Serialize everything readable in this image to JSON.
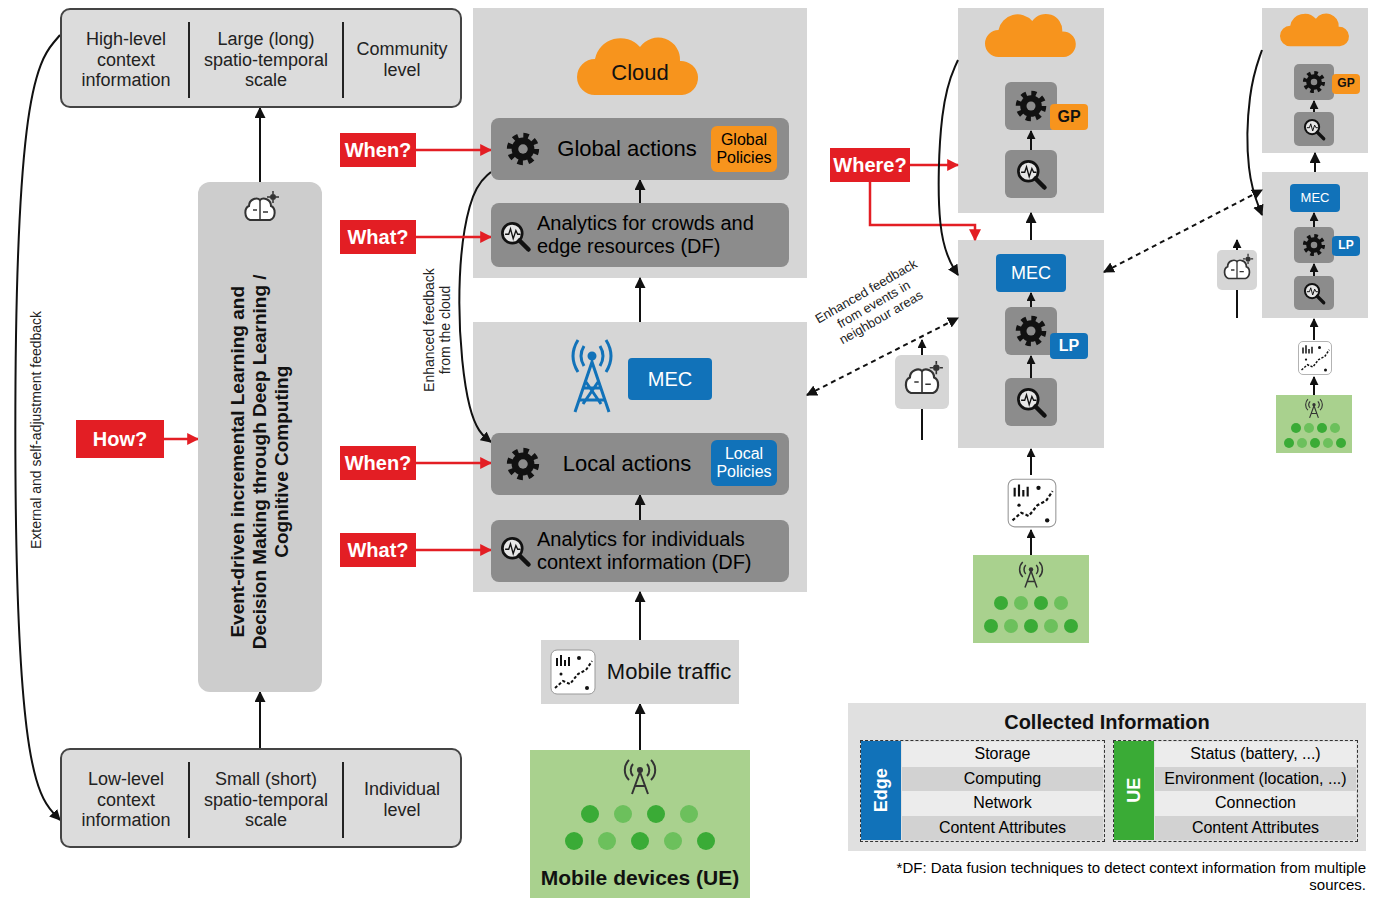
{
  "diagram": {
    "nodes": [
      {
        "text": [
          "High-level context information",
          "Large (long) spatio-temporal scale",
          "Community level"
        ]
      },
      {
        "text": [
          "Event-driven incremental Learning and Decision Making through Deep Learning / Cognitive Computing"
        ]
      },
      {
        "text": [
          "Low-level context information",
          "Small (short) spatio-temporal scale",
          "Individual level"
        ]
      },
      {
        "text": [
          "How?"
        ]
      },
      {
        "text": [
          "Cloud"
        ]
      },
      {
        "text": [
          "Global actions"
        ],
        "in": 4
      },
      {
        "text": [
          "Global Policies"
        ],
        "in": 5
      },
      {
        "text": [
          "Analytics for crowds and edge resources (DF)"
        ],
        "in": 4
      },
      {
        "text": [
          "MEC"
        ]
      },
      {
        "text": [
          "Local actions"
        ],
        "in": 8
      },
      {
        "text": [
          "Local Policies"
        ],
        "in": 9
      },
      {
        "text": [
          "Analytics for individuals context information (DF)"
        ],
        "in": 8
      },
      {
        "text": [
          "Mobile traffic"
        ]
      },
      {
        "text": [
          "Mobile devices (UE)"
        ]
      },
      {
        "text": [
          "When?"
        ]
      },
      {
        "text": [
          "What?"
        ]
      },
      {
        "text": [
          "When?"
        ]
      },
      {
        "text": [
          "What?"
        ]
      },
      {
        "text": [
          "Where?"
        ]
      },
      {
        "text": [
          "GP"
        ]
      },
      {
        "text": [
          "MEC",
          "LP"
        ]
      },
      {
        "text": [
          "GP"
        ]
      },
      {
        "text": [
          "MEC",
          "LP"
        ]
      },
      {
        "text": [
          "Collected Information"
        ]
      },
      {
        "text": [
          "Edge"
        ],
        "in": 23
      },
      {
        "text": [
          "UE"
        ],
        "in": 23
      }
    ],
    "edges": [
      {
        "from": 1,
        "to": 0,
        "arrow": "to"
      },
      {
        "from": 2,
        "to": 1,
        "arrow": "to"
      },
      {
        "from": 0,
        "to": 2,
        "arrow": "to",
        "label": "External and self-adjustment feedback"
      },
      {
        "from": 3,
        "to": 1,
        "arrow": "to"
      },
      {
        "from": 13,
        "to": 12,
        "arrow": "to"
      },
      {
        "from": 12,
        "to": 8,
        "arrow": "to"
      },
      {
        "from": 11,
        "to": 9,
        "arrow": "to"
      },
      {
        "from": 8,
        "to": 4,
        "arrow": "to"
      },
      {
        "from": 7,
        "to": 5,
        "arrow": "to"
      },
      {
        "from": 5,
        "to": 9,
        "arrow": "to",
        "label": "Enhanced feedback from the cloud"
      },
      {
        "from": 14,
        "to": 5,
        "arrow": "to"
      },
      {
        "from": 15,
        "to": 7,
        "arrow": "to"
      },
      {
        "from": 16,
        "to": 9,
        "arrow": "to"
      },
      {
        "from": 17,
        "to": 11,
        "arrow": "to"
      },
      {
        "from": 8,
        "to": 20,
        "arrow": "both",
        "label": "Enhanced feedback from events in neighbour areas"
      },
      {
        "from": 20,
        "to": 22,
        "arrow": "both"
      },
      {
        "from": 18,
        "to": 19,
        "arrow": "to"
      },
      {
        "from": 18,
        "to": 20,
        "arrow": "to"
      },
      {
        "from": 20,
        "to": 19,
        "arrow": "to"
      },
      {
        "from": 19,
        "to": 20,
        "arrow": "to"
      },
      {
        "from": 22,
        "to": 21,
        "arrow": "to"
      },
      {
        "from": 21,
        "to": 22,
        "arrow": "to"
      }
    ],
    "labels": [
      "Storage",
      "Computing",
      "Network",
      "Content Attributes",
      "Status (battery, ...)",
      "Environment (location, ...)",
      "Connection",
      "Content Attributes",
      "*DF: Data fusion techniques to detect context information from multiple sources."
    ]
  }
}
